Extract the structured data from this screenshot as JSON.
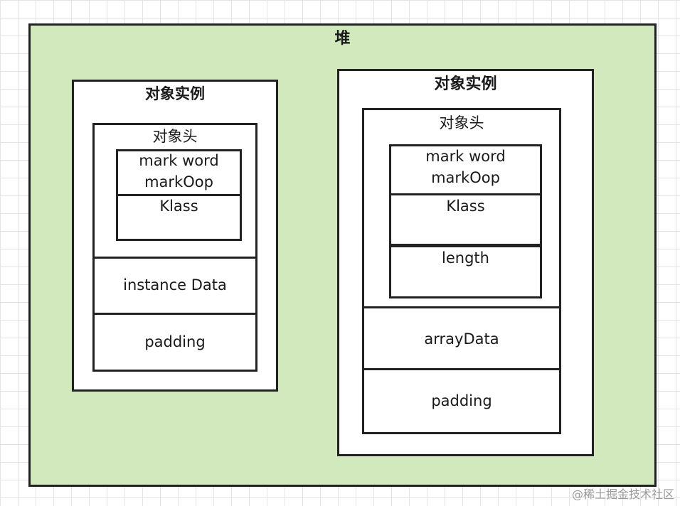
{
  "heap": {
    "title": "堆"
  },
  "left_instance": {
    "title": "对象实例",
    "header": {
      "title": "对象头",
      "mark_word": "mark word",
      "mark_oop": "markOop",
      "klass": "Klass"
    },
    "instance_data": "instance Data",
    "padding": "padding"
  },
  "right_instance": {
    "title": "对象实例",
    "header": {
      "title": "对象头",
      "mark_word": "mark word",
      "mark_oop": "markOop",
      "klass": "Klass",
      "length": "length"
    },
    "array_data": "arrayData",
    "padding": "padding"
  },
  "watermark": "@稀土掘金技术社区"
}
